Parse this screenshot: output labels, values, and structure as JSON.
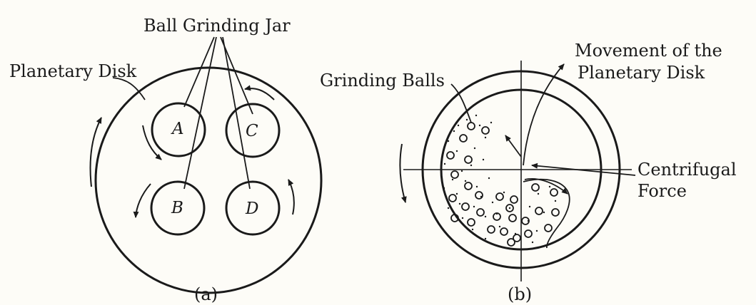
{
  "diagram_a": {
    "label_ball_jar": "Ball Grinding Jar",
    "label_planetary_disk": "Planetary Disk",
    "jar_a": "A",
    "jar_b": "B",
    "jar_c": "C",
    "jar_d": "D",
    "caption": "(a)"
  },
  "diagram_b": {
    "label_grinding_balls": "Grinding Balls",
    "label_movement_line1": "Movement of the",
    "label_movement_line2": "Planetary Disk",
    "label_centrifugal_line1": "Centrifugal",
    "label_centrifugal_line2": "Force",
    "caption": "(b)"
  }
}
